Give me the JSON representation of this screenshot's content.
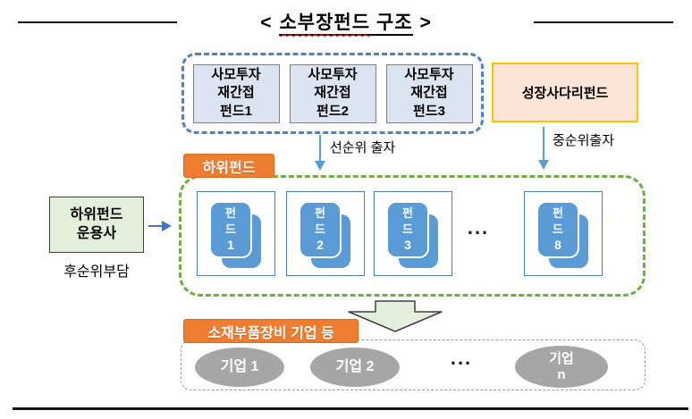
{
  "title": {
    "open": "<",
    "word1": "소부장펀드",
    "word2": "구조",
    "close": ">"
  },
  "pe_group": {
    "funds": [
      {
        "line1": "사모투자",
        "line2": "재간접",
        "line3": "펀드1"
      },
      {
        "line1": "사모투자",
        "line2": "재간접",
        "line3": "펀드2"
      },
      {
        "line1": "사모투자",
        "line2": "재간접",
        "line3": "펀드3"
      }
    ]
  },
  "growth_fund": {
    "label": "성장사다리펀드"
  },
  "flows": {
    "senior": "선순위 출자",
    "mezzanine": "중순위출자",
    "subordinated": "후순위부담"
  },
  "sub_fund_section": {
    "tag": "하위펀드",
    "icon_char1": "펀",
    "icon_char2": "드",
    "fund_numbers": [
      "1",
      "2",
      "3",
      "8"
    ],
    "ellipsis": "..."
  },
  "manager": {
    "line1": "하위펀드",
    "line2": "운용사"
  },
  "company_section": {
    "tag": "소재부품장비 기업 등",
    "companies": [
      "기업 1",
      "기업 2"
    ],
    "ellipsis": "...",
    "last_company": {
      "line1": "기업",
      "line2": "n"
    }
  },
  "colors": {
    "accent_orange": "#ed7d31",
    "dashed_blue": "#4f81bd",
    "light_blue_fill": "#dbe5f1",
    "peach_fill": "#fce4d6",
    "gold_border": "#ffc000",
    "dashed_green": "#70ad47",
    "light_green_fill": "#e2efda",
    "fund_blue": "#5b9bd5",
    "gray_fill": "#a6a6a6"
  }
}
